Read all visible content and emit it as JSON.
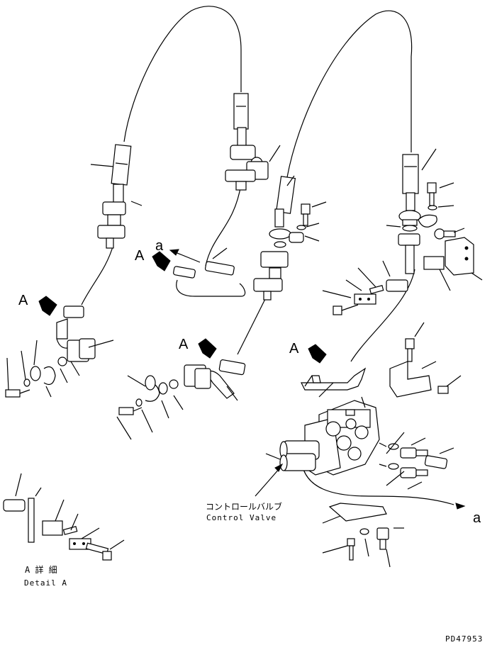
{
  "diagram": {
    "callout_letter": "A",
    "detail_ref": "a",
    "control_valve_jp": "コントロールバルブ",
    "control_valve_en": "Control Valve",
    "detail_jp": "A 詳 細",
    "detail_en": "Detail A",
    "drawing_number": "PD47953"
  }
}
